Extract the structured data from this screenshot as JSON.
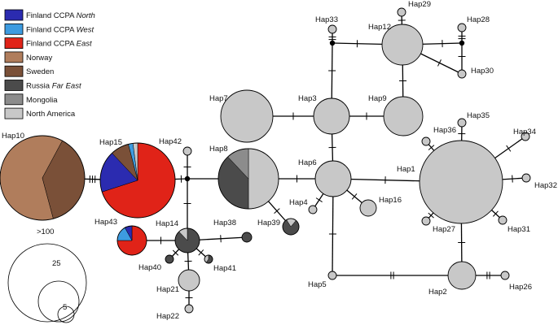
{
  "legend": [
    {
      "text": "Finland CCPA ",
      "italic": "North",
      "color": "#2b2bb0"
    },
    {
      "text": "Finland CCPA ",
      "italic": "West",
      "color": "#3d9be0"
    },
    {
      "text": "Finland CCPA ",
      "italic": "East",
      "color": "#e02318"
    },
    {
      "text": "Norway",
      "italic": "",
      "color": "#b07d5c"
    },
    {
      "text": "Sweden",
      "italic": "",
      "color": "#7a5038"
    },
    {
      "text": "Russia ",
      "italic": "Far East",
      "color": "#4b4b4b"
    },
    {
      "text": "Mongolia",
      "italic": "",
      "color": "#8c8c8c"
    },
    {
      "text": "North America",
      "italic": "",
      "color": "#c8c8c8"
    }
  ],
  "size_scale": {
    "labels": [
      ">100",
      "25",
      "5"
    ]
  },
  "haplotypes": [
    {
      "name": "Hap10",
      "slices": [
        {
          "region": "Norway",
          "color": "#b07d5c",
          "frac": 0.62
        },
        {
          "region": "Sweden",
          "color": "#7a5038",
          "frac": 0.38
        }
      ]
    },
    {
      "name": "Hap15",
      "slices": [
        {
          "region": "Finland CCPA East",
          "color": "#e02318",
          "frac": 0.7
        },
        {
          "region": "Finland CCPA North",
          "color": "#2b2bb0",
          "frac": 0.18
        },
        {
          "region": "Sweden",
          "color": "#7a5038",
          "frac": 0.08
        },
        {
          "region": "Finland CCPA West",
          "color": "#3d9be0",
          "frac": 0.02
        },
        {
          "region": "North America",
          "color": "#c8c8c8",
          "frac": 0.02
        }
      ]
    },
    {
      "name": "Hap8",
      "slices": [
        {
          "region": "North America",
          "color": "#c8c8c8",
          "frac": 0.5
        },
        {
          "region": "Russia Far East",
          "color": "#4b4b4b",
          "frac": 0.38
        },
        {
          "region": "Mongolia",
          "color": "#8c8c8c",
          "frac": 0.12
        }
      ]
    },
    {
      "name": "Hap43",
      "slices": [
        {
          "region": "Finland CCPA East",
          "color": "#e02318",
          "frac": 0.75
        },
        {
          "region": "Finland CCPA West",
          "color": "#3d9be0",
          "frac": 0.17
        },
        {
          "region": "Finland CCPA North",
          "color": "#2b2bb0",
          "frac": 0.08
        }
      ]
    },
    {
      "name": "Hap14",
      "slices": [
        {
          "region": "Russia Far East",
          "color": "#4b4b4b",
          "frac": 0.88
        },
        {
          "region": "North America",
          "color": "#c8c8c8",
          "frac": 0.12
        }
      ]
    },
    {
      "name": "Hap39",
      "slices": [
        {
          "region": "Russia Far East",
          "color": "#4b4b4b",
          "frac": 0.8
        },
        {
          "region": "North America",
          "color": "#c8c8c8",
          "frac": 0.2
        }
      ]
    },
    {
      "name": "Hap41",
      "slices": [
        {
          "region": "Russia Far East",
          "color": "#4b4b4b",
          "frac": 0.6
        },
        {
          "region": "North America",
          "color": "#c8c8c8",
          "frac": 0.4
        }
      ]
    },
    {
      "name": "Hap1",
      "color": "#c8c8c8"
    },
    {
      "name": "Hap2",
      "color": "#c8c8c8"
    },
    {
      "name": "Hap3",
      "color": "#c8c8c8"
    },
    {
      "name": "Hap4",
      "color": "#c8c8c8"
    },
    {
      "name": "Hap5",
      "color": "#c8c8c8"
    },
    {
      "name": "Hap6",
      "color": "#c8c8c8"
    },
    {
      "name": "Hap7",
      "color": "#c8c8c8"
    },
    {
      "name": "Hap9",
      "color": "#c8c8c8"
    },
    {
      "name": "Hap12",
      "color": "#c8c8c8"
    },
    {
      "name": "Hap16",
      "color": "#c8c8c8"
    },
    {
      "name": "Hap21",
      "color": "#c8c8c8"
    },
    {
      "name": "Hap22",
      "color": "#c8c8c8"
    },
    {
      "name": "Hap26",
      "color": "#c8c8c8"
    },
    {
      "name": "Hap27",
      "color": "#c8c8c8"
    },
    {
      "name": "Hap28",
      "color": "#c8c8c8"
    },
    {
      "name": "Hap29",
      "color": "#c8c8c8"
    },
    {
      "name": "Hap30",
      "color": "#c8c8c8"
    },
    {
      "name": "Hap31",
      "color": "#c8c8c8"
    },
    {
      "name": "Hap32",
      "color": "#c8c8c8"
    },
    {
      "name": "Hap33",
      "color": "#c8c8c8"
    },
    {
      "name": "Hap34",
      "color": "#c8c8c8"
    },
    {
      "name": "Hap35",
      "color": "#c8c8c8"
    },
    {
      "name": "Hap36",
      "color": "#c8c8c8"
    },
    {
      "name": "Hap38",
      "color": "#4b4b4b"
    },
    {
      "name": "Hap40",
      "color": "#4b4b4b"
    },
    {
      "name": "Hap42",
      "color": "#c8c8c8"
    }
  ]
}
